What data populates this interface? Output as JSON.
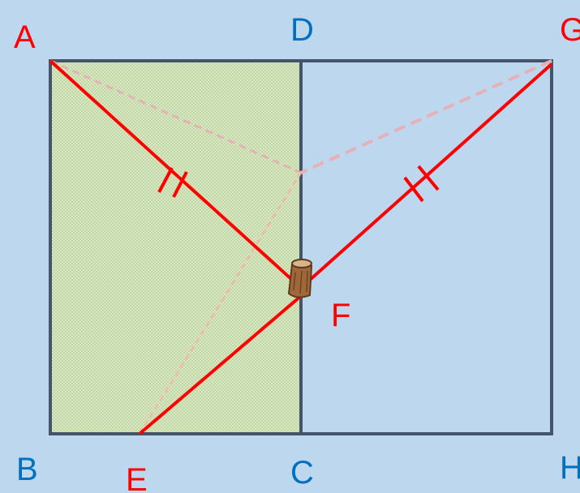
{
  "colors": {
    "background": "#bdd7ee",
    "square_border": "#44546a",
    "dotted_fill": "#d9e8c4",
    "dot_color": "#a9c27f",
    "red_line": "#ff0000",
    "dashed_line": "#e6b0b8",
    "label_red": "#ff0000",
    "label_blue": "#0070c0",
    "stump": "#8b5a2b"
  },
  "labels": {
    "A": "A",
    "B": "B",
    "C": "C",
    "D": "D",
    "E": "E",
    "F": "F",
    "G": "G",
    "H": "H"
  },
  "icons": {
    "stump": "tree-stump-icon"
  }
}
